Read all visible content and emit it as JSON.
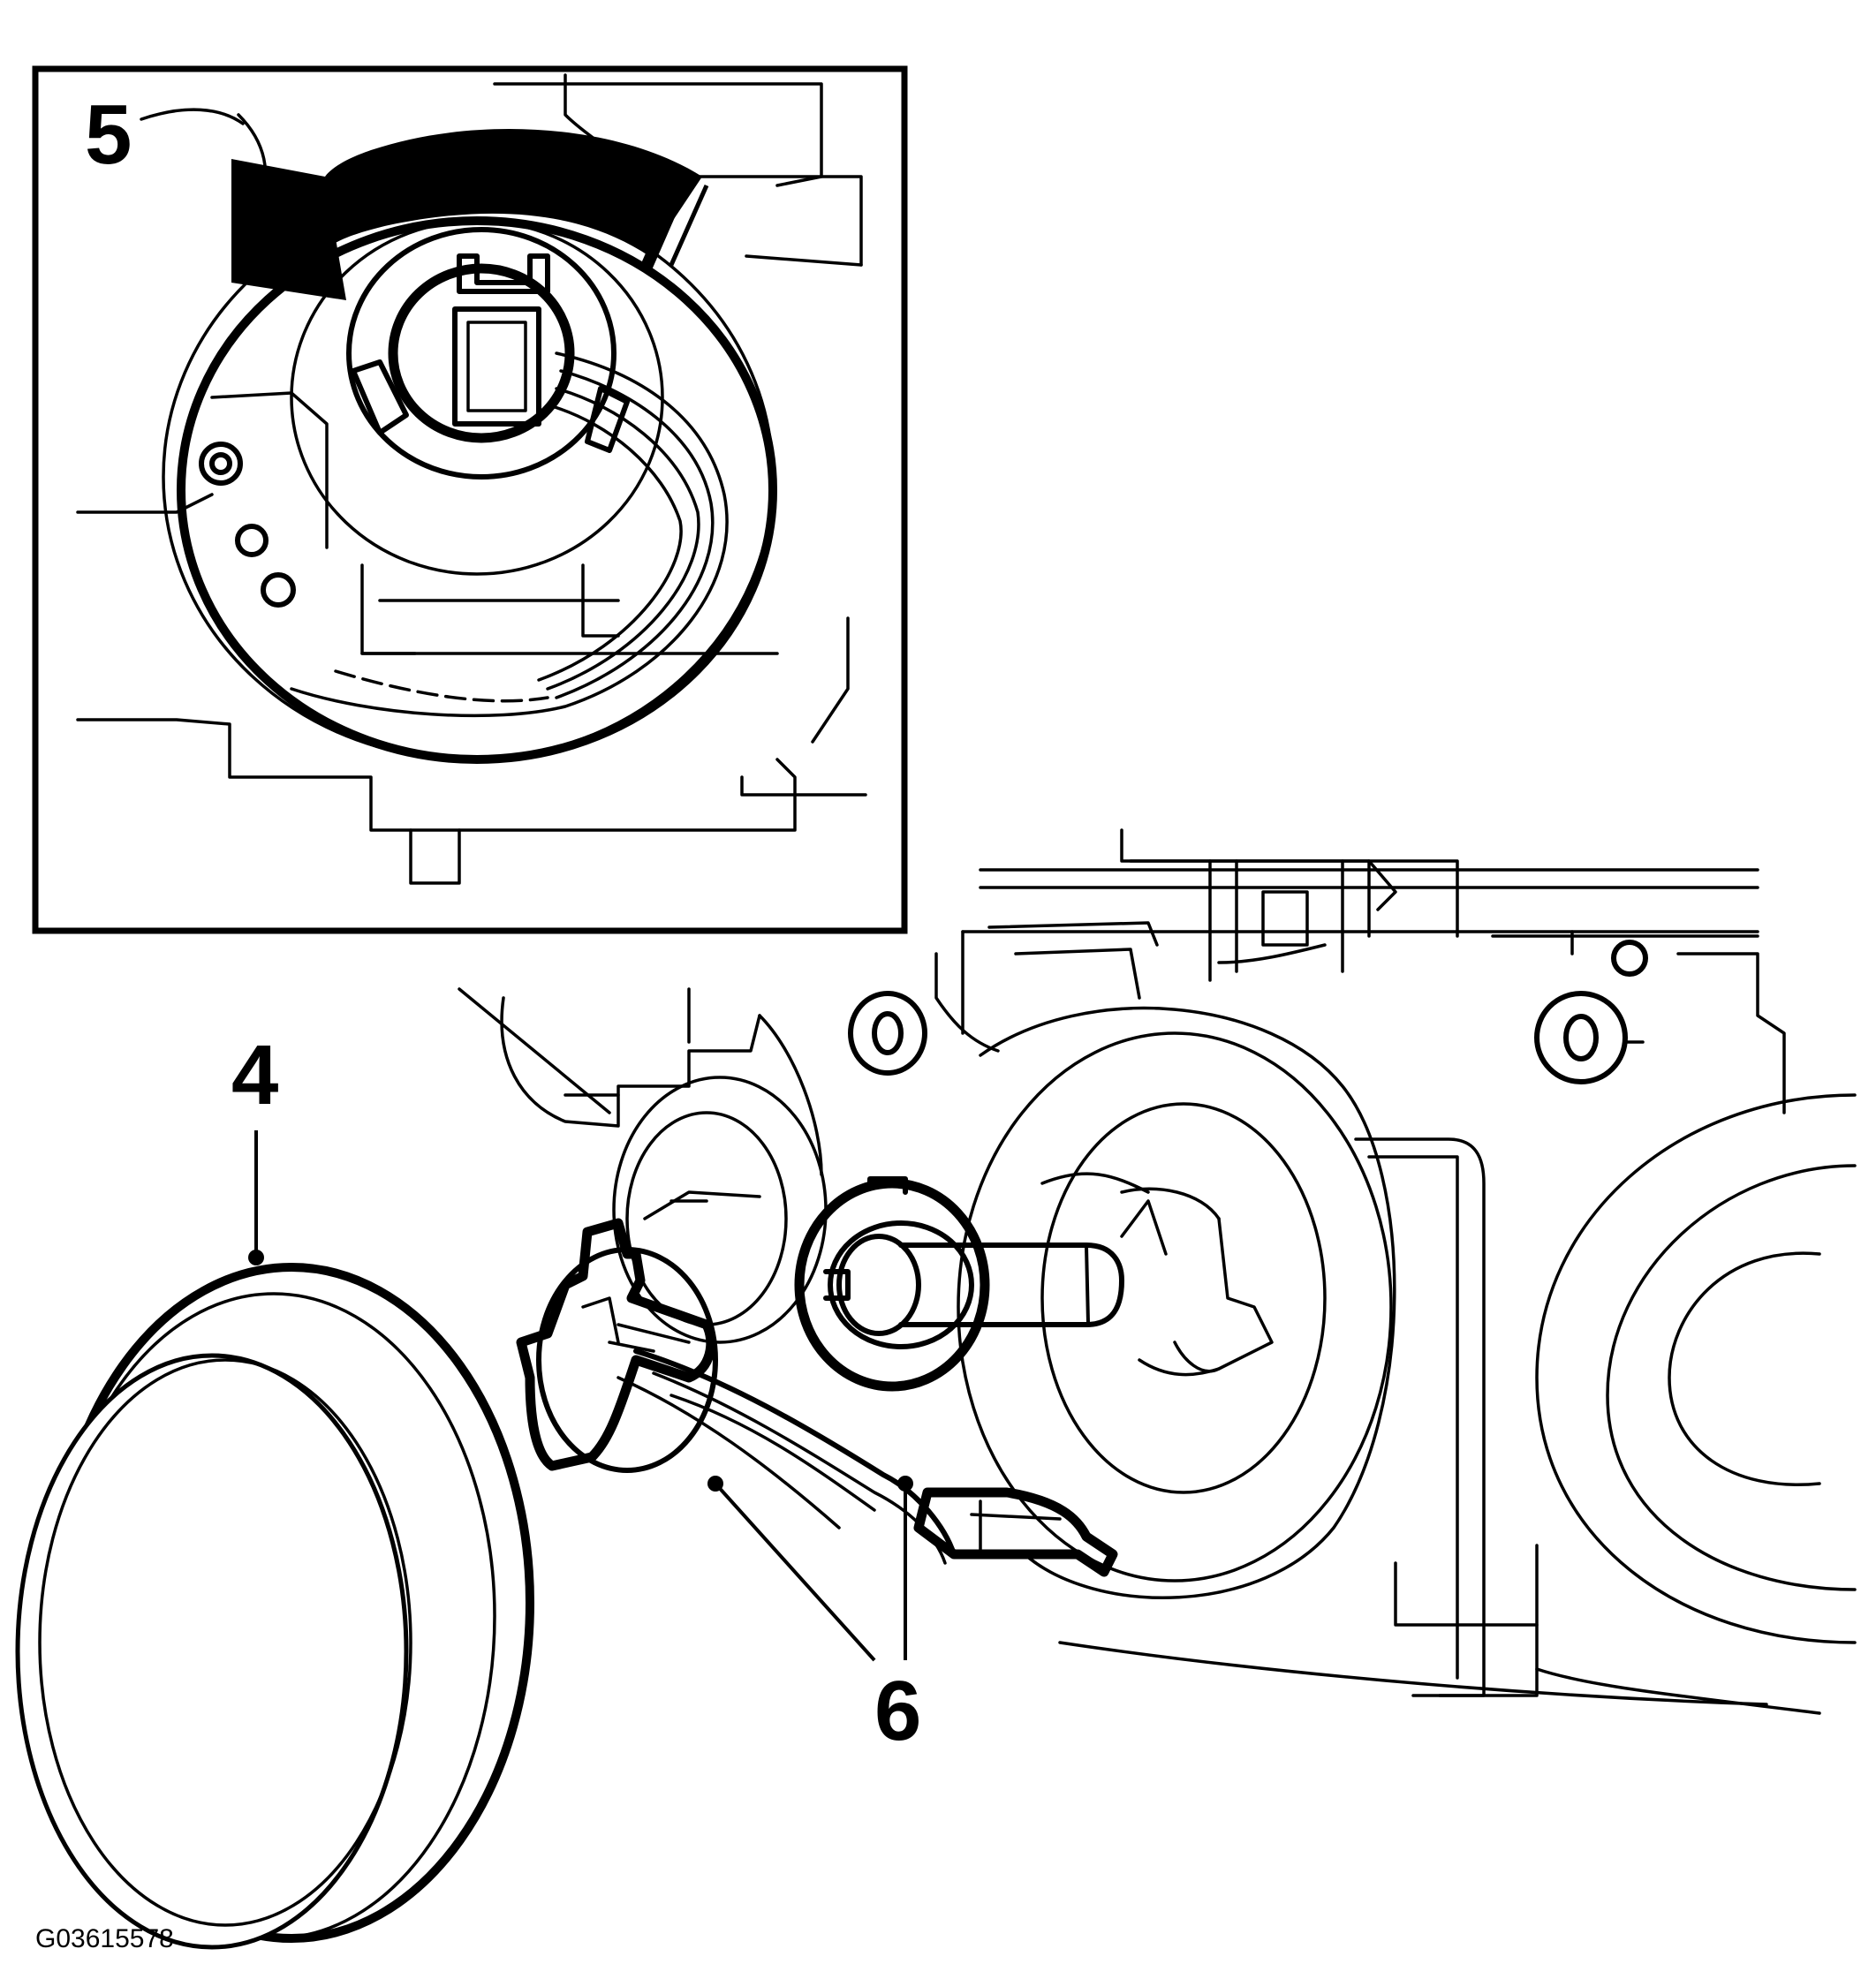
{
  "figure": {
    "callouts": {
      "cap": "4",
      "inset": "5",
      "bulb_connector": "6"
    },
    "figure_id": "G03615578",
    "inset_arrow_direction": "counter-clockwise"
  }
}
